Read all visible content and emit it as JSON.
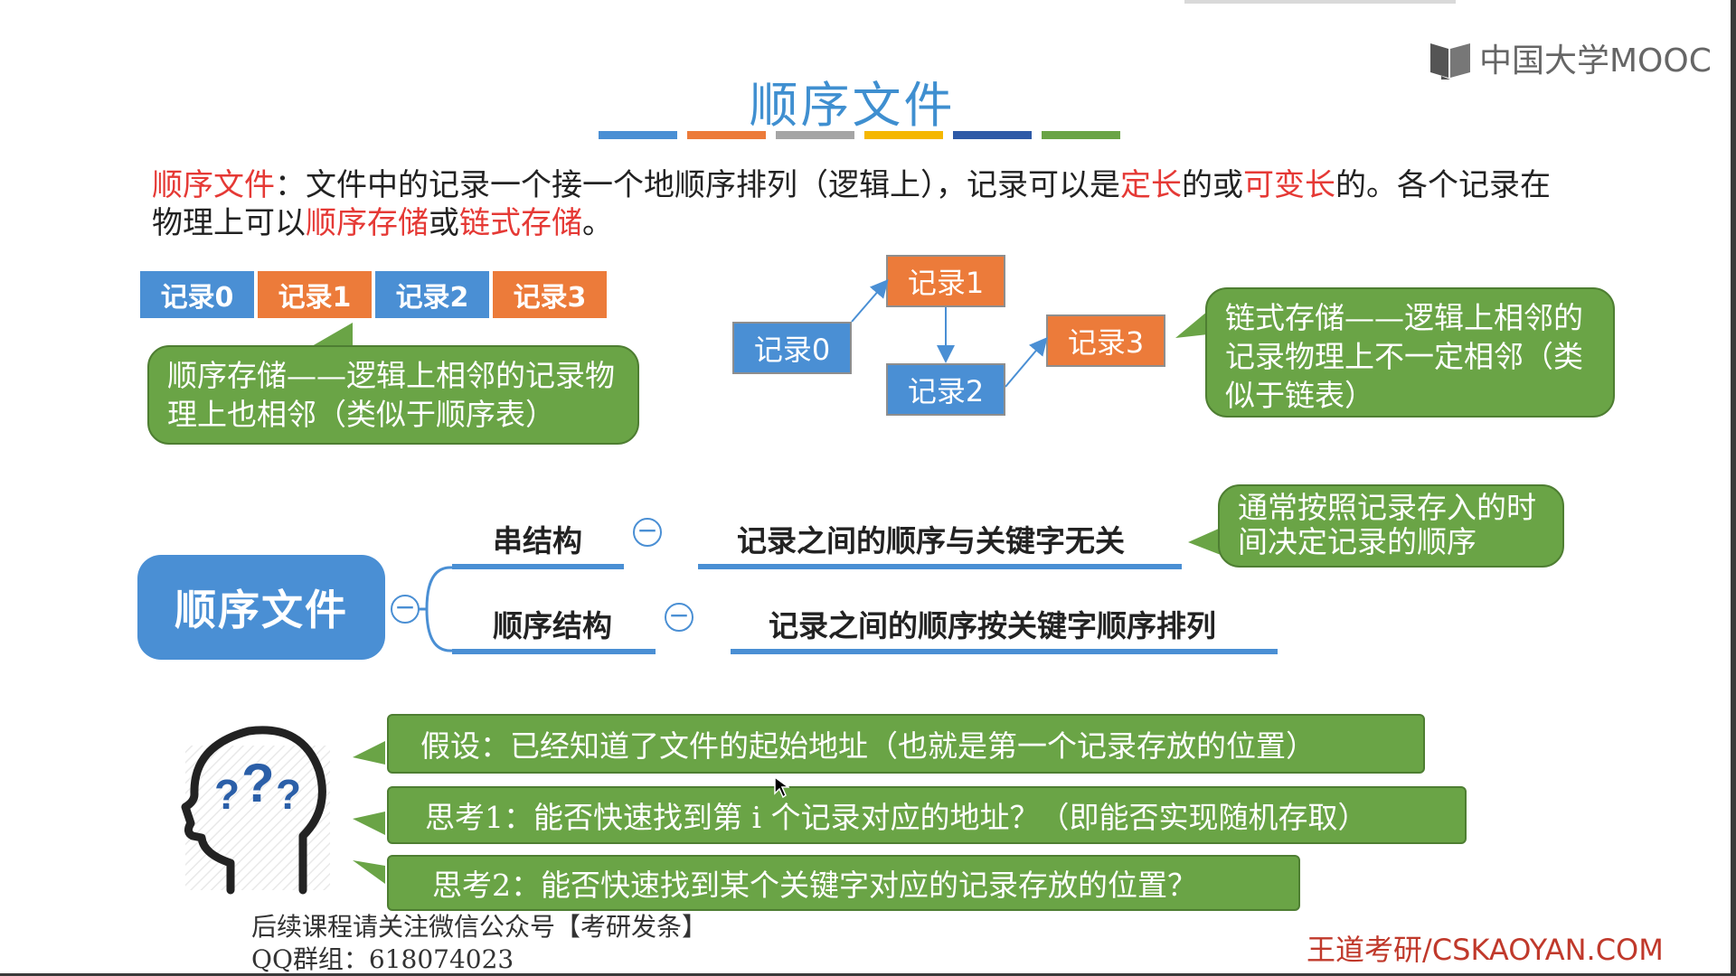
{
  "slide": {
    "title": "顺序文件",
    "title_bar_colors": [
      "#4a8fd4",
      "#ec7b3a",
      "#a5a5a5",
      "#f5b700",
      "#2e5aa7",
      "#6aa446"
    ],
    "logo_text": "中国大学MOOC",
    "intro": {
      "p1": "顺序文件",
      "p2": "：文件中的记录一个接一个地顺序排列（逻辑上），记录可以是",
      "p3": "定长",
      "p4": "的或",
      "p5": "可变长",
      "p6": "的。各个记录在物理上可以",
      "p7": "顺序存储",
      "p8": "或",
      "p9": "链式存储",
      "p10": "。"
    },
    "seq_records": [
      "记录0",
      "记录1",
      "记录2",
      "记录3"
    ],
    "seq_callout": "顺序存储——逻辑上相邻的记录物理上也相邻（类似于顺序表）",
    "linked_records": [
      "记录0",
      "记录1",
      "记录2",
      "记录3"
    ],
    "linked_callout": "链式存储——逻辑上相邻的记录物理上不一定相邻（类似于链表）",
    "mindmap": {
      "root": "顺序文件",
      "branch1": "串结构",
      "branch1_desc": "记录之间的顺序与关键字无关",
      "branch1_note": "通常按照记录存入的时间决定记录的顺序",
      "branch2": "顺序结构",
      "branch2_desc": "记录之间的顺序按关键字顺序排列"
    },
    "questions": [
      "假设：已经知道了文件的起始地址（也就是第一个记录存放的位置）",
      "思考1：能否快速找到第 i 个记录对应的地址？（即能否实现随机存取）",
      "思考2：能否快速找到某个关键字对应的记录存放的位置？"
    ],
    "footer_line1": "后续课程请关注微信公众号【考研发条】",
    "footer_line2": "QQ群组：618074023",
    "brand": "王道考研/CSKAOYAN.COM",
    "colors": {
      "accent_blue": "#4a8fd4",
      "accent_orange": "#ec7b3a",
      "callout_green": "#6aa446",
      "highlight_red": "#e53935",
      "title_blue": "#3f8fd0"
    }
  }
}
